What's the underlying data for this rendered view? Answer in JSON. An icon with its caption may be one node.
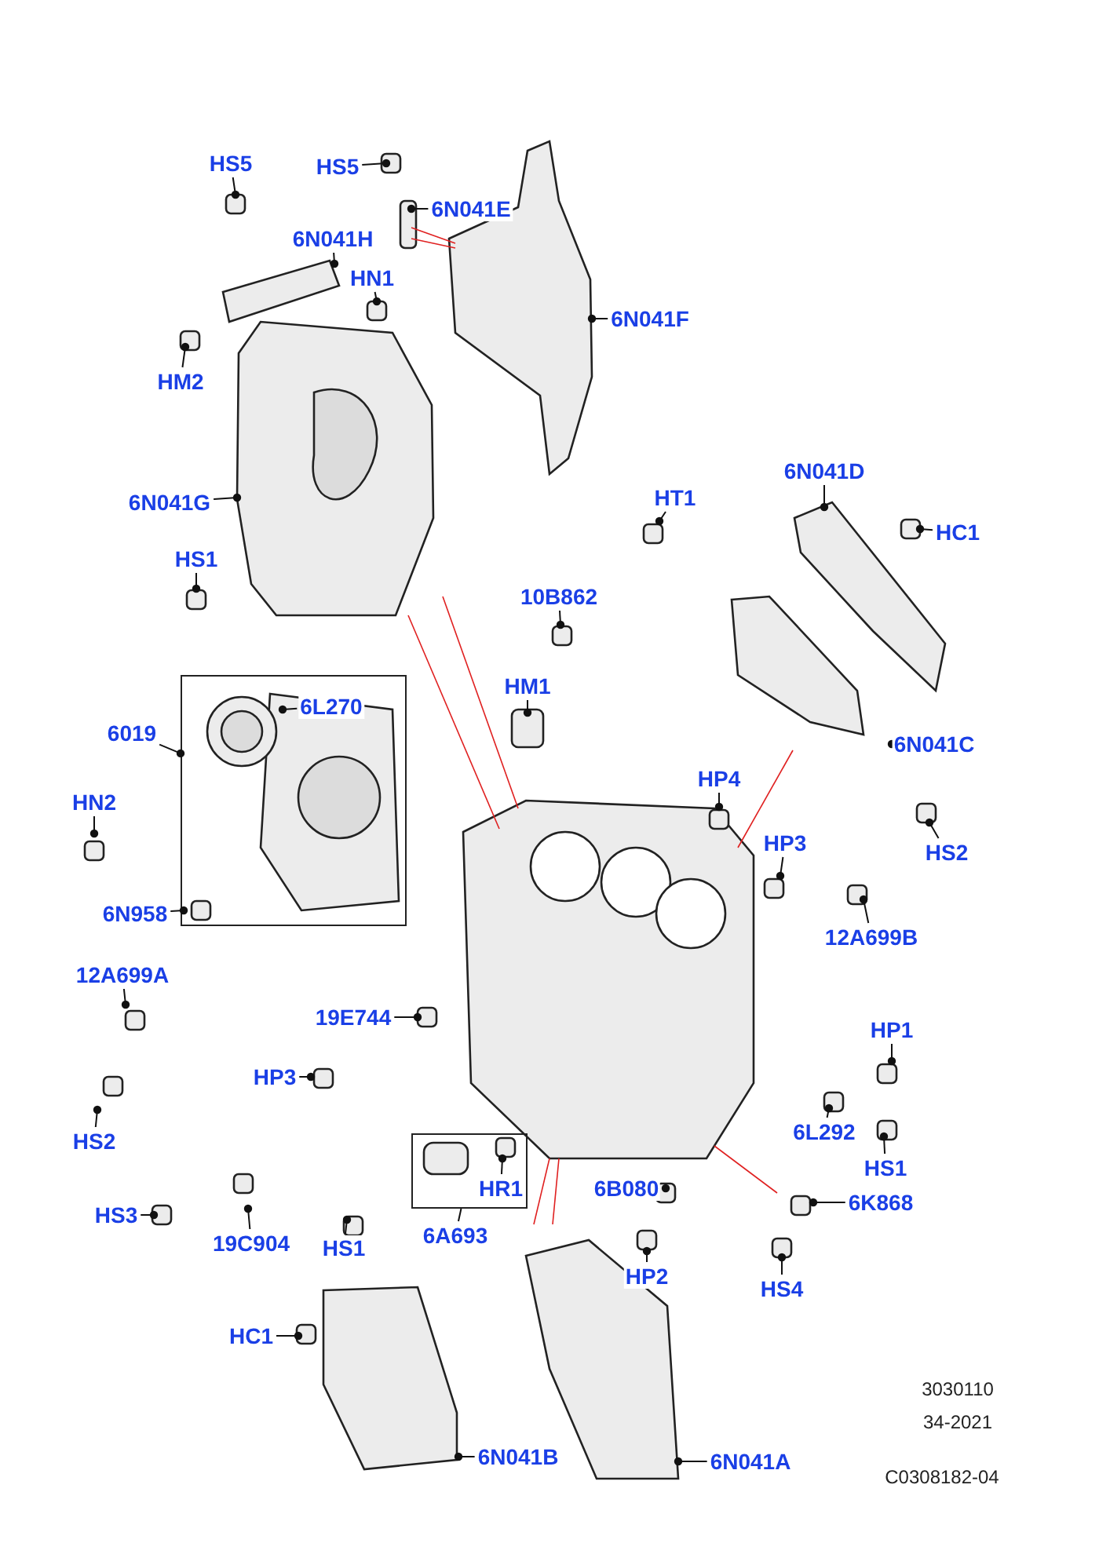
{
  "diagram": {
    "nodes": [
      {
        "text": [
          "HS5"
        ]
      },
      {
        "text": [
          "HS5"
        ]
      },
      {
        "text": [
          "6N041E"
        ]
      },
      {
        "text": [
          "6N041H"
        ]
      },
      {
        "text": [
          "HN1"
        ]
      },
      {
        "text": [
          "6N041F"
        ]
      },
      {
        "text": [
          "HM2"
        ]
      },
      {
        "text": [
          "6N041G"
        ]
      },
      {
        "text": [
          "6N041D"
        ]
      },
      {
        "text": [
          "HT1"
        ]
      },
      {
        "text": [
          "HC1"
        ]
      },
      {
        "text": [
          "HS1"
        ]
      },
      {
        "text": [
          "10B862"
        ]
      },
      {
        "text": [
          "HM1"
        ]
      },
      {
        "text": [],
        "shape": "box"
      },
      {
        "text": [
          "6L270"
        ],
        "in": 14
      },
      {
        "text": [
          "6019"
        ]
      },
      {
        "text": [
          "6N041C"
        ]
      },
      {
        "text": [
          "HP4"
        ]
      },
      {
        "text": [
          "HN2"
        ]
      },
      {
        "text": [
          "HP3"
        ]
      },
      {
        "text": [
          "HS2"
        ]
      },
      {
        "text": [
          "6N958"
        ]
      },
      {
        "text": [
          "12A699B"
        ]
      },
      {
        "text": [
          "12A699A"
        ]
      },
      {
        "text": [
          "19E744"
        ]
      },
      {
        "text": [
          "HP1"
        ]
      },
      {
        "text": [
          "HP3"
        ]
      },
      {
        "text": [
          "HS2"
        ]
      },
      {
        "text": [
          "6L292"
        ]
      },
      {
        "text": [],
        "shape": "box"
      },
      {
        "text": [
          "HR1"
        ],
        "in": 30
      },
      {
        "text": [
          "HS1"
        ]
      },
      {
        "text": [
          "6B080"
        ]
      },
      {
        "text": [
          "6K868"
        ]
      },
      {
        "text": [
          "HS3"
        ]
      },
      {
        "text": [
          "HS1"
        ]
      },
      {
        "text": [
          "6A693"
        ]
      },
      {
        "text": [
          "19C904"
        ]
      },
      {
        "text": [
          "HP2"
        ]
      },
      {
        "text": [
          "HS4"
        ]
      },
      {
        "text": [
          "HC1"
        ]
      },
      {
        "text": [
          "6N041B"
        ]
      },
      {
        "text": [
          "6N041A"
        ]
      }
    ],
    "edges": [
      {
        "from": 0,
        "to": null,
        "arrow": "other"
      },
      {
        "from": 1,
        "to": null,
        "arrow": "other"
      },
      {
        "from": 2,
        "to": null,
        "arrow": "other"
      },
      {
        "from": 3,
        "to": null,
        "arrow": "other"
      },
      {
        "from": 4,
        "to": null,
        "arrow": "other"
      },
      {
        "from": 5,
        "to": null,
        "arrow": "other"
      },
      {
        "from": 6,
        "to": null,
        "arrow": "other"
      },
      {
        "from": 7,
        "to": null,
        "arrow": "other"
      },
      {
        "from": 8,
        "to": null,
        "arrow": "other"
      },
      {
        "from": 9,
        "to": null,
        "arrow": "other"
      },
      {
        "from": 10,
        "to": null,
        "arrow": "other"
      },
      {
        "from": 11,
        "to": null,
        "arrow": "other"
      },
      {
        "from": 12,
        "to": null,
        "arrow": "other"
      },
      {
        "from": 13,
        "to": null,
        "arrow": "other"
      },
      {
        "from": 15,
        "to": null,
        "arrow": "other"
      },
      {
        "from": 16,
        "to": 14,
        "arrow": "other"
      },
      {
        "from": 17,
        "to": null,
        "arrow": "other"
      },
      {
        "from": 18,
        "to": null,
        "arrow": "other"
      },
      {
        "from": 19,
        "to": null,
        "arrow": "other"
      },
      {
        "from": 20,
        "to": null,
        "arrow": "other"
      },
      {
        "from": 21,
        "to": null,
        "arrow": "other"
      },
      {
        "from": 22,
        "to": null,
        "arrow": "other"
      },
      {
        "from": 23,
        "to": null,
        "arrow": "other"
      },
      {
        "from": 24,
        "to": null,
        "arrow": "other"
      },
      {
        "from": 25,
        "to": null,
        "arrow": "other"
      },
      {
        "from": 26,
        "to": null,
        "arrow": "other"
      },
      {
        "from": 27,
        "to": null,
        "arrow": "other"
      },
      {
        "from": 28,
        "to": null,
        "arrow": "other"
      },
      {
        "from": 29,
        "to": null,
        "arrow": "other"
      },
      {
        "from": 31,
        "to": null,
        "arrow": "other"
      },
      {
        "from": 32,
        "to": null,
        "arrow": "other"
      },
      {
        "from": 33,
        "to": null,
        "arrow": "other"
      },
      {
        "from": 34,
        "to": null,
        "arrow": "other"
      },
      {
        "from": 35,
        "to": null,
        "arrow": "other"
      },
      {
        "from": 36,
        "to": null,
        "arrow": "other"
      },
      {
        "from": 37,
        "to": 30,
        "arrow": "none"
      },
      {
        "from": 38,
        "to": null,
        "arrow": "other"
      },
      {
        "from": 39,
        "to": null,
        "arrow": "other"
      },
      {
        "from": 40,
        "to": null,
        "arrow": "other"
      },
      {
        "from": 41,
        "to": null,
        "arrow": "other"
      },
      {
        "from": 42,
        "to": null,
        "arrow": "other"
      },
      {
        "from": 43,
        "to": null,
        "arrow": "other"
      }
    ],
    "labels": [
      "3030110",
      "34-2021",
      "C0308182-04"
    ]
  }
}
